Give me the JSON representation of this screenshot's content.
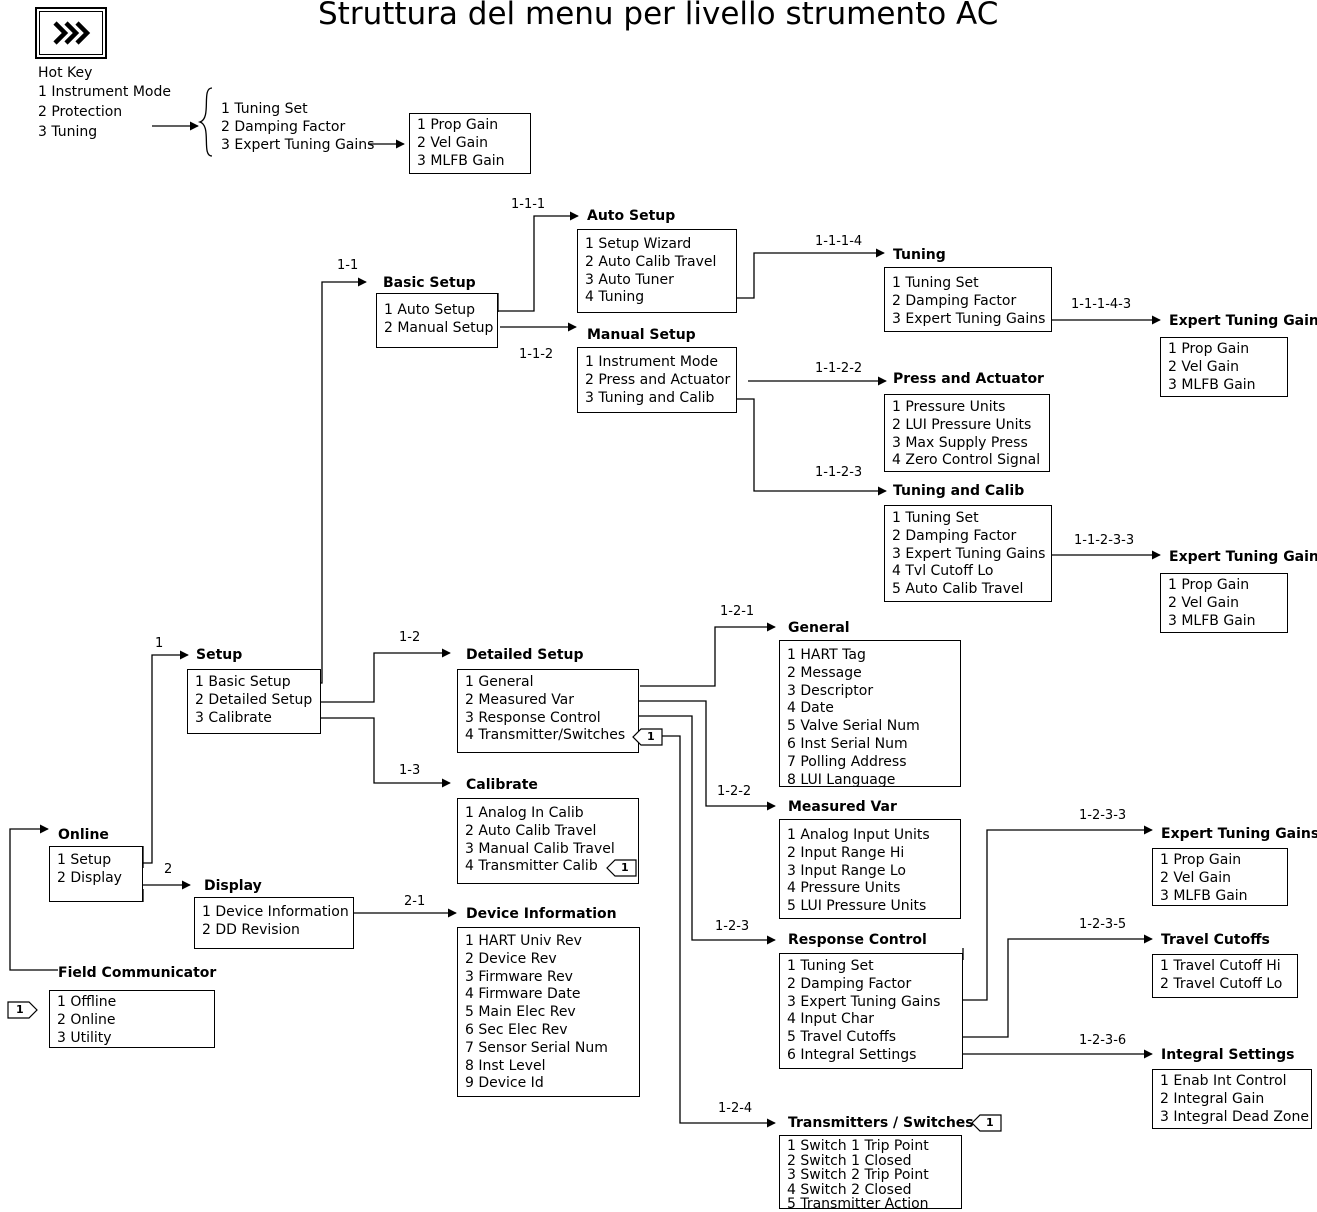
{
  "title": "Struttura del menu per livello strumento AC",
  "hotkey": {
    "label": "Hot Key",
    "items": [
      "1 Instrument Mode",
      "2 Protection",
      "3 Tuning"
    ],
    "tuning_items": [
      "1  Tuning Set",
      "2  Damping Factor",
      "3  Expert Tuning Gains"
    ],
    "gains": [
      "1  Prop Gain",
      "2  Vel Gain",
      "3  MLFB Gain"
    ]
  },
  "note_marker": "1",
  "nodes": {
    "online": {
      "title": "Online",
      "items": [
        "1  Setup",
        "2  Display"
      ]
    },
    "field_communicator": {
      "title": "Field Communicator",
      "items": [
        "1  Offline",
        "2  Online",
        "3  Utility"
      ]
    },
    "setup": {
      "title": "Setup",
      "items": [
        "1  Basic Setup",
        "2  Detailed Setup",
        "3  Calibrate"
      ]
    },
    "display": {
      "title": "Display",
      "items": [
        "1  Device Information",
        "2  DD Revision"
      ]
    },
    "basic_setup": {
      "title": "Basic Setup",
      "items": [
        "1  Auto Setup",
        "2  Manual Setup"
      ]
    },
    "auto_setup": {
      "title": "Auto Setup",
      "items": [
        "1  Setup Wizard",
        "2  Auto Calib Travel",
        "3  Auto Tuner",
        "4  Tuning"
      ]
    },
    "manual_setup": {
      "title": "Manual Setup",
      "items": [
        "1  Instrument Mode",
        "2  Press and Actuator",
        "3  Tuning and Calib"
      ]
    },
    "tuning": {
      "title": "Tuning",
      "items": [
        "1  Tuning Set",
        "2  Damping Factor",
        "3  Expert Tuning Gains"
      ]
    },
    "expert_gains_a": {
      "title": "Expert Tuning Gains",
      "items": [
        "1  Prop Gain",
        "2  Vel Gain",
        "3  MLFB Gain"
      ]
    },
    "press_actuator": {
      "title": "Press and Actuator",
      "items": [
        "1  Pressure Units",
        "2  LUI Pressure Units",
        "3  Max Supply Press",
        "4  Zero Control Signal"
      ]
    },
    "tuning_calib": {
      "title": "Tuning and Calib",
      "items": [
        "1  Tuning Set",
        "2  Damping Factor",
        "3  Expert Tuning Gains",
        "4  Tvl Cutoff Lo",
        "5  Auto Calib Travel"
      ]
    },
    "expert_gains_b": {
      "title": "Expert Tuning Gains",
      "items": [
        "1  Prop Gain",
        "2  Vel Gain",
        "3  MLFB Gain"
      ]
    },
    "detailed_setup": {
      "title": "Detailed Setup",
      "items": [
        "1  General",
        "2  Measured Var",
        "3  Response Control",
        "4  Transmitter/Switches"
      ]
    },
    "calibrate": {
      "title": "Calibrate",
      "items": [
        "1  Analog In Calib",
        "2  Auto Calib Travel",
        "3  Manual Calib Travel",
        "4  Transmitter Calib"
      ]
    },
    "device_information": {
      "title": "Device Information",
      "items": [
        "1  HART Univ Rev",
        "2  Device Rev",
        "3  Firmware Rev",
        "4  Firmware Date",
        "5  Main Elec Rev",
        "6  Sec Elec Rev",
        "7  Sensor Serial Num",
        "8  Inst Level",
        "9  Device Id"
      ]
    },
    "general": {
      "title": "General",
      "items": [
        "1  HART Tag",
        "2  Message",
        "3  Descriptor",
        "4  Date",
        "5  Valve Serial Num",
        "6  Inst Serial Num",
        "7  Polling Address",
        "8  LUI Language"
      ]
    },
    "measured_var": {
      "title": "Measured Var",
      "items": [
        "1  Analog Input Units",
        "2  Input Range Hi",
        "3  Input Range Lo",
        "4  Pressure Units",
        "5  LUI Pressure Units"
      ]
    },
    "response_control": {
      "title": "Response Control",
      "items": [
        "1  Tuning Set",
        "2  Damping Factor",
        "3  Expert Tuning Gains",
        "4  Input Char",
        "5  Travel Cutoffs",
        "6  Integral Settings"
      ]
    },
    "transmitters_switches": {
      "title": "Transmitters / Switches",
      "items": [
        "1  Switch 1 Trip Point",
        "2  Switch 1 Closed",
        "3  Switch 2 Trip Point",
        "4  Switch 2 Closed",
        "5  Transmitter Action"
      ]
    },
    "expert_gains_c": {
      "title": "Expert Tuning Gains",
      "items": [
        "1  Prop Gain",
        "2  Vel Gain",
        "3  MLFB Gain"
      ]
    },
    "travel_cutoffs": {
      "title": "Travel Cutoffs",
      "items": [
        "1  Travel Cutoff Hi",
        "2  Travel Cutoff Lo"
      ]
    },
    "integral_settings": {
      "title": "Integral Settings",
      "items": [
        "1  Enab Int Control",
        "2  Integral Gain",
        "3  Integral Dead Zone"
      ]
    }
  },
  "paths": {
    "p1": "1",
    "p2": "2",
    "p2_1": "2-1",
    "p1_1": "1-1",
    "p1_2": "1-2",
    "p1_3": "1-3",
    "p1_1_1": "1-1-1",
    "p1_1_2": "1-1-2",
    "p1_1_1_4": "1-1-1-4",
    "p1_1_1_4_3": "1-1-1-4-3",
    "p1_1_2_2": "1-1-2-2",
    "p1_1_2_3": "1-1-2-3",
    "p1_1_2_3_3": "1-1-2-3-3",
    "p1_2_1": "1-2-1",
    "p1_2_2": "1-2-2",
    "p1_2_3": "1-2-3",
    "p1_2_4": "1-2-4",
    "p1_2_3_3": "1-2-3-3",
    "p1_2_3_5": "1-2-3-5",
    "p1_2_3_6": "1-2-3-6"
  }
}
